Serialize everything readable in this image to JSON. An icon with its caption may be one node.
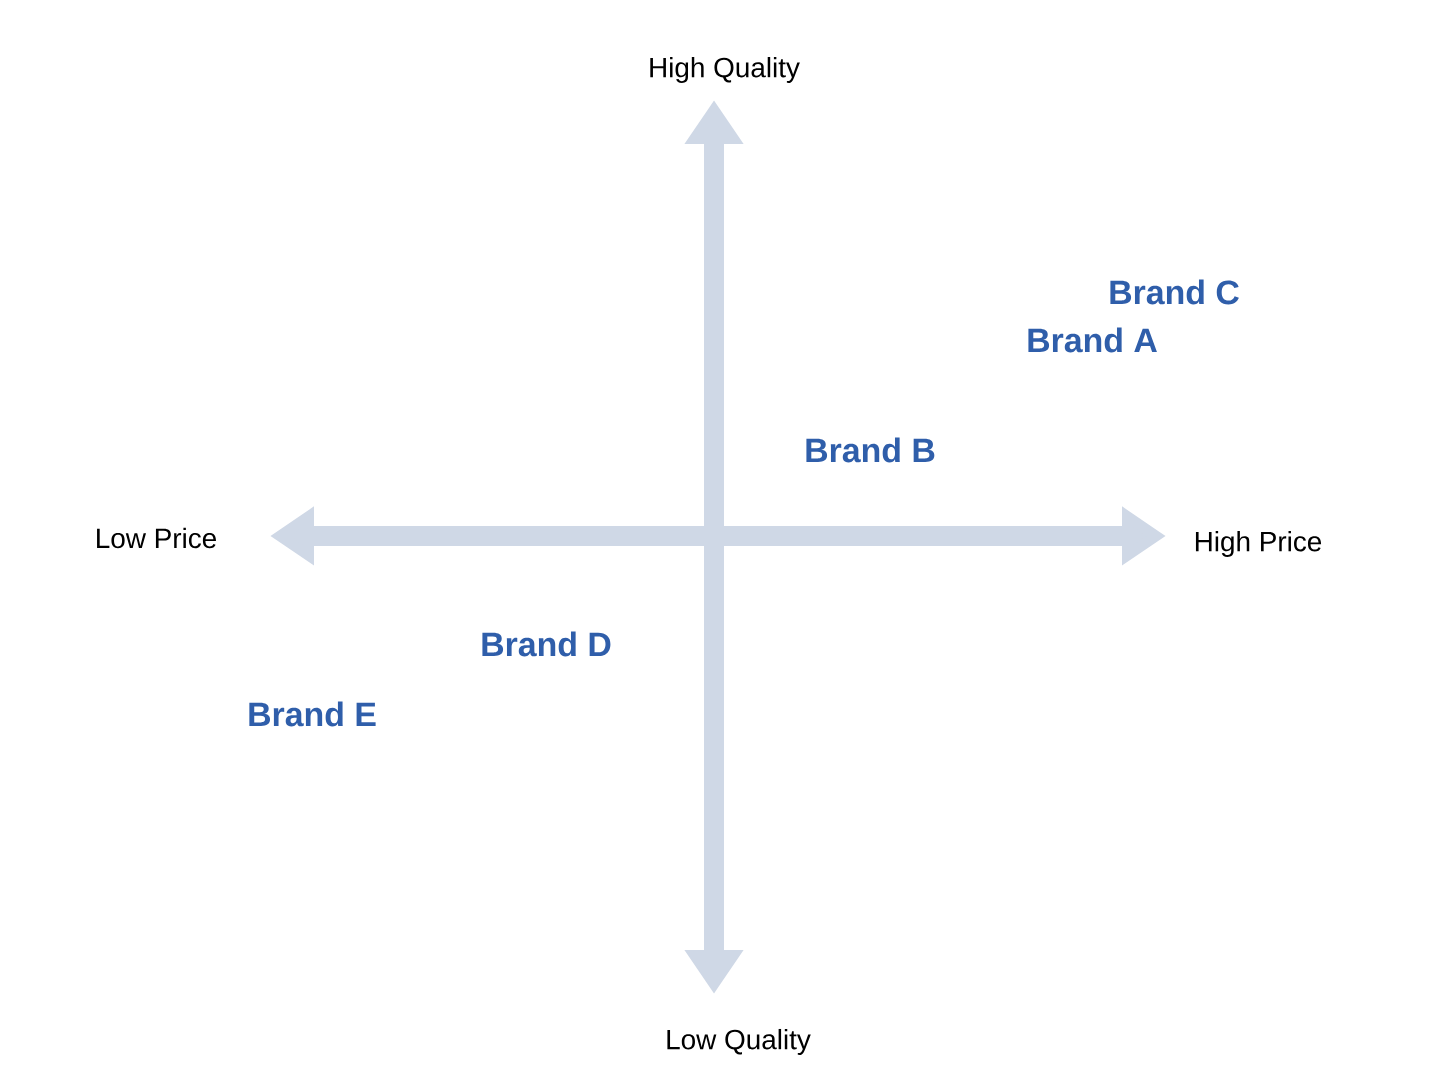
{
  "diagram": {
    "labels": [
      "High Quality",
      "Brand C",
      "Brand A",
      "Brand B",
      "Low Price",
      "High Price",
      "Brand D",
      "Brand E",
      "Low Quality"
    ]
  }
}
